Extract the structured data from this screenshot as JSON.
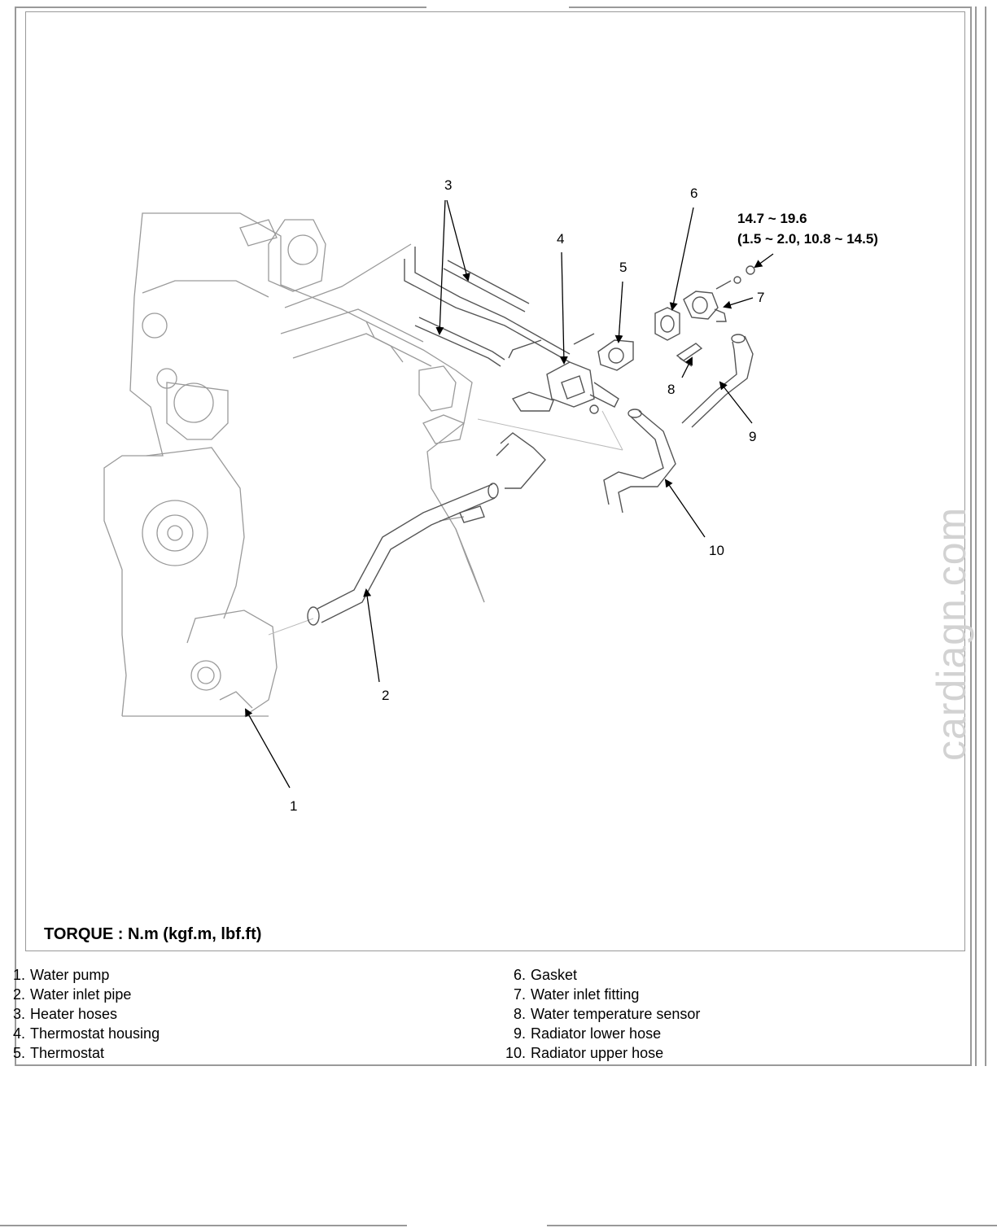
{
  "callouts": [
    "1",
    "2",
    "3",
    "4",
    "5",
    "6",
    "7",
    "8",
    "9",
    "10"
  ],
  "torque_spec": {
    "line1": "14.7  ~  19.6",
    "line2": "(1.5  ~  2.0,  10.8  ~  14.5)"
  },
  "torque_caption": "TORQUE  :  N.m  (kgf.m,  lbf.ft)",
  "legend": {
    "left": [
      {
        "num": "1.",
        "label": "Water pump"
      },
      {
        "num": "2.",
        "label": "Water inlet pipe"
      },
      {
        "num": "3.",
        "label": "Heater hoses"
      },
      {
        "num": "4.",
        "label": "Thermostat housing"
      },
      {
        "num": "5.",
        "label": "Thermostat"
      }
    ],
    "right": [
      {
        "num": "6.",
        "label": "Gasket"
      },
      {
        "num": "7.",
        "label": "Water inlet fitting"
      },
      {
        "num": "8.",
        "label": "Water temperature sensor"
      },
      {
        "num": "9.",
        "label": "Radiator lower hose"
      },
      {
        "num": "10.",
        "label": "Radiator upper hose"
      }
    ]
  },
  "watermark": "cardiagn.com"
}
